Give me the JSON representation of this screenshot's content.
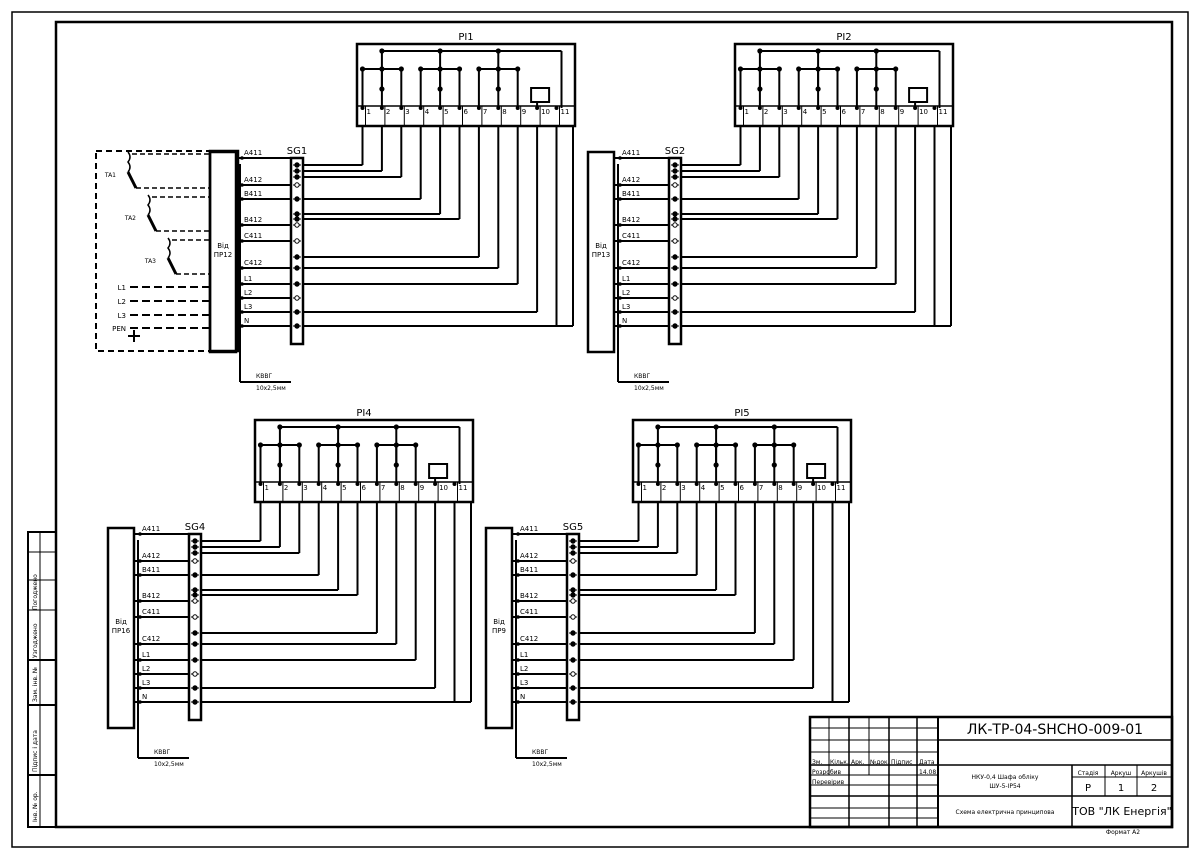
{
  "meters": [
    {
      "id": "PI1",
      "terminals": [
        "1",
        "2",
        "3",
        "4",
        "5",
        "6",
        "7",
        "8",
        "9",
        "10",
        "11"
      ]
    },
    {
      "id": "PI2",
      "terminals": [
        "1",
        "2",
        "3",
        "4",
        "5",
        "6",
        "7",
        "8",
        "9",
        "10",
        "11"
      ]
    },
    {
      "id": "PI4",
      "terminals": [
        "1",
        "2",
        "3",
        "4",
        "5",
        "6",
        "7",
        "8",
        "9",
        "10",
        "11"
      ]
    },
    {
      "id": "PI5",
      "terminals": [
        "1",
        "2",
        "3",
        "4",
        "5",
        "6",
        "7",
        "8",
        "9",
        "10",
        "11"
      ]
    }
  ],
  "blocks": [
    {
      "id": "SG1",
      "source_line1": "Від",
      "source_line2": "ПР12"
    },
    {
      "id": "SG2",
      "source_line1": "Від",
      "source_line2": "ПР13"
    },
    {
      "id": "SG4",
      "source_line1": "Від",
      "source_line2": "ПР16"
    },
    {
      "id": "SG5",
      "source_line1": "Від",
      "source_line2": "ПР9"
    }
  ],
  "wire_labels": [
    "A411",
    "A412",
    "B411",
    "B412",
    "C411",
    "C412",
    "L1",
    "L2",
    "L3",
    "N"
  ],
  "cable": {
    "type": "КВВГ",
    "size": "10x2,5мм"
  },
  "ct_labels": [
    "TA1",
    "TA2",
    "TA3"
  ],
  "phase_labels": [
    "L1",
    "L2",
    "L3",
    "PEN"
  ],
  "side_stamp": {
    "labels": [
      "Погоджено",
      "Узгоджено",
      "Зам. інв. №",
      "Підпис і дата",
      "Інв. № ор."
    ]
  },
  "title_block": {
    "doc_code": "ЛК-ТР-04-SHCHO-009-01",
    "header_cols": [
      "Зм.",
      "Кільк.",
      "Арк.",
      "№док.",
      "Підпис",
      "Дата"
    ],
    "developed": "Розробив",
    "checked": "Перевірив",
    "date": "14.08",
    "project_line1": "НКУ-0,4 Шафа обліку",
    "project_line2": "ШУ-5-IP54",
    "sheet_title": "Схема електрична принципова",
    "stage_label": "Стадія",
    "sheet_label": "Аркуш",
    "sheets_label": "Аркушів",
    "stage": "Р",
    "sheet": "1",
    "sheets": "2",
    "org": "ТОВ \"ЛК Енергія\"",
    "format": "Формат А2"
  }
}
